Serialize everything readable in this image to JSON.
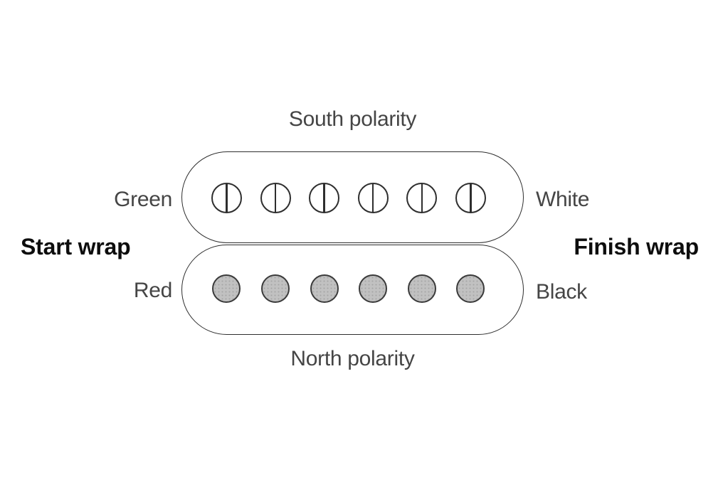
{
  "diagram": {
    "top_polarity_label": "South polarity",
    "bottom_polarity_label": "North polarity",
    "wires": {
      "top_left": "Green",
      "top_right": "White",
      "bottom_left": "Red",
      "bottom_right": "Black"
    },
    "wrap": {
      "start": "Start wrap",
      "finish": "Finish wrap"
    },
    "poles": {
      "screw_count": 6,
      "slug_count": 6
    },
    "colors": {
      "background": "#ffffff",
      "outline": "#2e2e2e",
      "slug_fill": "#c1c1c1",
      "slug_speckle": "#a6a6a6",
      "label_text": "#454545",
      "bold_text": "#0d0d0d"
    }
  }
}
